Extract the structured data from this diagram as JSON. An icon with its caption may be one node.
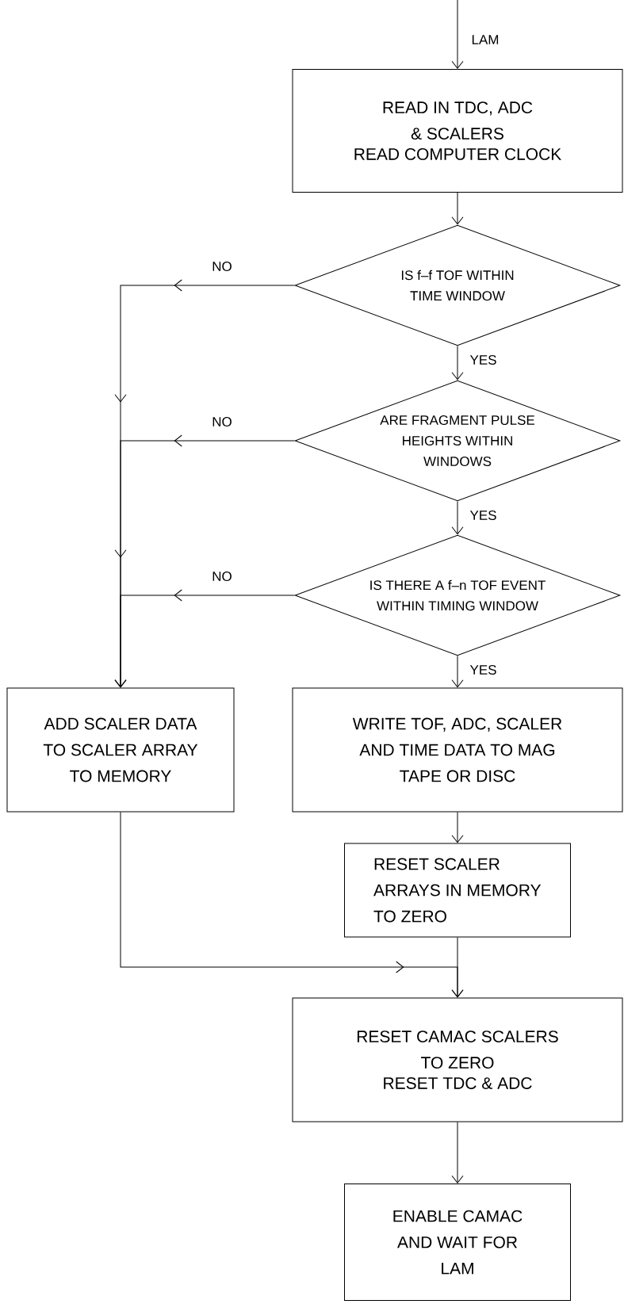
{
  "diagram": {
    "nodes": [
      {
        "text": [
          "READ IN TDC, ADC & SCALERS",
          "READ COMPUTER CLOCK"
        ]
      },
      {
        "text": [
          "IS f–f TOF WITHIN TIME WINDOW"
        ]
      },
      {
        "text": [
          "ARE FRAGMENT PULSE HEIGHTS WITHIN WINDOWS"
        ]
      },
      {
        "text": [
          "IS THERE A f–n TOF EVENT WITHIN TIMING WINDOW"
        ]
      },
      {
        "text": [
          "ADD SCALER DATA TO SCALER ARRAY TO MEMORY"
        ]
      },
      {
        "text": [
          "WRITE TOF, ADC, SCALER AND TIME DATA TO MAG TAPE OR DISC"
        ]
      },
      {
        "text": [
          "RESET SCALER ARRAYS IN MEMORY TO ZERO"
        ]
      },
      {
        "text": [
          "RESET CAMAC SCALERS TO ZERO",
          "RESET TDC & ADC"
        ]
      },
      {
        "text": [
          "ENABLE CAMAC AND WAIT FOR LAM"
        ]
      }
    ],
    "edges": [
      {
        "from": null,
        "to": 0,
        "arrow": "to",
        "label": "LAM"
      },
      {
        "from": 0,
        "to": 1,
        "arrow": "to"
      },
      {
        "from": 1,
        "to": 2,
        "arrow": "to",
        "label": "YES"
      },
      {
        "from": 2,
        "to": 3,
        "arrow": "to",
        "label": "YES"
      },
      {
        "from": 3,
        "to": 5,
        "arrow": "to",
        "label": "YES"
      },
      {
        "from": 1,
        "to": 4,
        "arrow": "to",
        "label": "NO"
      },
      {
        "from": 2,
        "to": 4,
        "arrow": "to",
        "label": "NO"
      },
      {
        "from": 3,
        "to": 4,
        "arrow": "to",
        "label": "NO"
      },
      {
        "from": 5,
        "to": 6,
        "arrow": "to"
      },
      {
        "from": 4,
        "to": 7,
        "arrow": "to"
      },
      {
        "from": 6,
        "to": 7,
        "arrow": "to"
      },
      {
        "from": 7,
        "to": 8,
        "arrow": "to"
      }
    ]
  }
}
